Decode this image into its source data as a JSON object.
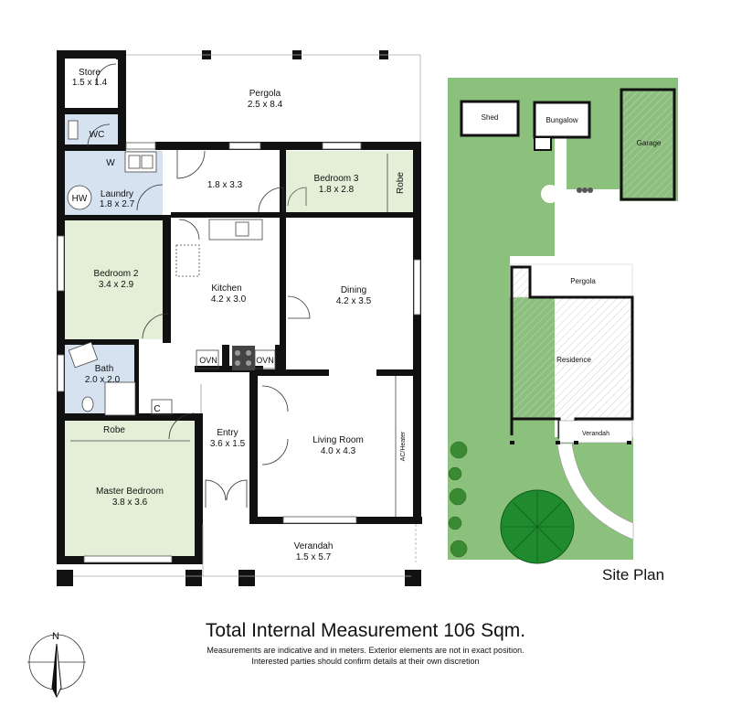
{
  "floorplan": {
    "rooms": [
      {
        "id": "store",
        "name": "Store",
        "dims": "1.5 x 1.4"
      },
      {
        "id": "pergola",
        "name": "Pergola",
        "dims": "2.5 x 8.4"
      },
      {
        "id": "wc",
        "name": "WC",
        "dims": ""
      },
      {
        "id": "laundry",
        "name": "Laundry",
        "dims": "1.8 x 2.7"
      },
      {
        "id": "hall",
        "name": "",
        "dims": "1.8 x 3.3"
      },
      {
        "id": "bedroom3",
        "name": "Bedroom 3",
        "dims": "1.8 x 2.8"
      },
      {
        "id": "bedroom2",
        "name": "Bedroom 2",
        "dims": "3.4 x 2.9"
      },
      {
        "id": "kitchen",
        "name": "Kitchen",
        "dims": "4.2 x 3.0"
      },
      {
        "id": "dining",
        "name": "Dining",
        "dims": "4.2 x 3.5"
      },
      {
        "id": "bath",
        "name": "Bath",
        "dims": "2.0 x 2.0"
      },
      {
        "id": "entry",
        "name": "Entry",
        "dims": "3.6 x 1.5"
      },
      {
        "id": "living",
        "name": "Living Room",
        "dims": "4.0 x 4.3"
      },
      {
        "id": "master",
        "name": "Master Bedroom",
        "dims": "3.8 x 3.6"
      },
      {
        "id": "verandah",
        "name": "Verandah",
        "dims": "1.5 x 5.7"
      }
    ],
    "fixtures": {
      "w": "W",
      "hw": "HW",
      "robe_b3": "Robe",
      "robe_master": "Robe",
      "c": "C",
      "ovn1": "OVN",
      "ovn2": "OVN",
      "ac": "AC/Heater"
    },
    "colors": {
      "green": "#e3efd6",
      "blue": "#d6e2f0",
      "wall": "#111111"
    }
  },
  "site_plan": {
    "label": "Site Plan",
    "buildings": {
      "shed": "Shed",
      "bungalow": "Bungalow",
      "garage": "Garage",
      "pergola": "Pergola",
      "residence": "Residence",
      "verandah": "Verandah"
    },
    "colors": {
      "lawn": "#8cc07d",
      "paving": "#ffffff",
      "tree": "#1f8a2e"
    }
  },
  "footer": {
    "title": "Total Internal Measurement 106 Sqm.",
    "note1": "Measurements are indicative and in meters. Exterior elements are not in exact position.",
    "note2": "Interested parties should confirm details at their own discretion",
    "compass": "N"
  }
}
